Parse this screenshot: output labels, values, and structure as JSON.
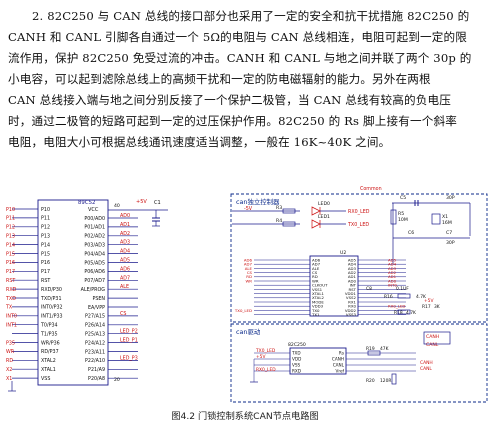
{
  "paragraph": {
    "lines": [
      "2. 82C250 与 CAN 总线的接口部分也采用了一定的安全和抗干扰措施 82C250 的",
      "CANH 和 CANL 引脚各自通过一个 5Ω的电阻与 CAN 总线相连，电阻可起到一定的限",
      "流作用，保护 82C250 免受过流的冲击。CANH 和 CANL 与地之间并联了两个 30p 的",
      "小电容，可以起到滤除总线上的高频干扰和一定的防电磁辐射的能力。另外在两根",
      "CAN 总线接入端与地之间分别反接了一个保护二极管，当 CAN 总线有较高的负电压",
      "时，通过二极管的短路可起到一定的过压保护作用。82C250 的 Rs 脚上接有一个斜率",
      "电阻，电阻大小可根据总线通讯速度适当调整，一般在 16K~40K 之间。"
    ]
  },
  "figure": {
    "caption": "图4.2  门锁控制系统CAN节点电路图",
    "mcu": {
      "chip": "89C52",
      "vcc": "VCC",
      "left_nets": [
        "P10",
        "P11",
        "P12",
        "P13",
        "P14",
        "P15",
        "P16",
        "P17",
        "RST",
        "RXD",
        "TXD",
        "TX",
        "INT0",
        "INT1",
        "",
        "P35",
        "WR",
        "RD",
        "X2",
        "X1",
        ""
      ],
      "left_pins": [
        "P10",
        "P11",
        "P12",
        "P13",
        "P14",
        "P15",
        "P16",
        "P17",
        "RST",
        "RXD/P30",
        "TXD/P31",
        "INT0/P32",
        "INT1/P33",
        "T0/P34",
        "T1/P35",
        "WR/P36",
        "RD/P37",
        "XTAL2",
        "XTAL1",
        "VSS"
      ],
      "right_pins": [
        "P00/AD0",
        "P01/AD1",
        "P02/AD2",
        "P03/AD3",
        "P04/AD4",
        "P05/AD5",
        "P06/AD6",
        "P07/AD7",
        "ALE/PROG",
        "PSEN",
        "EA/VPP",
        "P27/A15",
        "P26/A14",
        "P25/A13",
        "P24/A12",
        "P23/A11",
        "P22/A10",
        "P21/A9",
        "P20/A8"
      ],
      "right_nets": [
        "AD0",
        "AD1",
        "AD2",
        "AD3",
        "AD4",
        "AD5",
        "AD6",
        "AD7",
        "ALE",
        "",
        "",
        "CS",
        "",
        "LED_P2",
        "LED_P1",
        "",
        "LED_P3",
        "",
        ""
      ],
      "pin40": "40",
      "pin20": "20",
      "supply": "+5V",
      "cap": "C1"
    },
    "can_ctrl": {
      "title": "can独立控制器",
      "led_labels": [
        "LED0",
        "LED1"
      ],
      "r_led": [
        "R3",
        "R4"
      ],
      "tx_rx": [
        "RX0_LED",
        "TX0_LED"
      ],
      "minus5v": "-5V",
      "common_label": "Common",
      "c5": "C5",
      "c6": "C6",
      "c7": "C7",
      "r5": "R5",
      "r_val": "10M",
      "x1": "X1",
      "crystal_val": "16M",
      "cap_val": "30P",
      "chip": "U2",
      "left_pins": [
        "AD6",
        "AD7",
        "ALE",
        "CS",
        "RD",
        "WR",
        "CLKOUT",
        "VSS1",
        "XTAL1",
        "XTAL2",
        "MODE",
        "VDD3",
        "TX0",
        "TX1"
      ],
      "right_pins": [
        "AD5",
        "AD4",
        "AD3",
        "AD2",
        "AD1",
        "AD0",
        "INT",
        "RST",
        "VDD1",
        "VSS2",
        "RX1",
        "RX0",
        "VDD2",
        "VSS3"
      ],
      "left_nets": [
        "AD6",
        "AD7",
        "ALE",
        "CS",
        "RD",
        "WR",
        "",
        "",
        "",
        "",
        "",
        "",
        "TX0_LED",
        ""
      ],
      "right_nets": [
        "AD5",
        "AD4",
        "AD3",
        "AD2",
        "AD1",
        "AD0",
        "INT0",
        "",
        "",
        "",
        "",
        "RX0_LED",
        "",
        ""
      ],
      "c8": "C8",
      "c8_val": "0.1UF",
      "r16": "R16",
      "r16_val": "4.7K",
      "r17": "R17",
      "r17_val": "3K",
      "r18": "R18",
      "r18_val": "4.7K",
      "plus5v": "+5V"
    },
    "can_drv": {
      "title": "can驱动",
      "chip": "82C250",
      "pins_left": [
        "TXD",
        "VDD",
        "VSS",
        "RXD"
      ],
      "pins_right": [
        "Rs",
        "CANH",
        "CANL",
        "Vref"
      ],
      "tx_net": "TX0_LED",
      "rx_net": "RX0_LED",
      "plus5v": "+5V",
      "r19": "R19",
      "r19_val": "47K",
      "r20": "R20",
      "r20_val": "120R",
      "canh": "CANH",
      "canl": "CANL"
    }
  }
}
